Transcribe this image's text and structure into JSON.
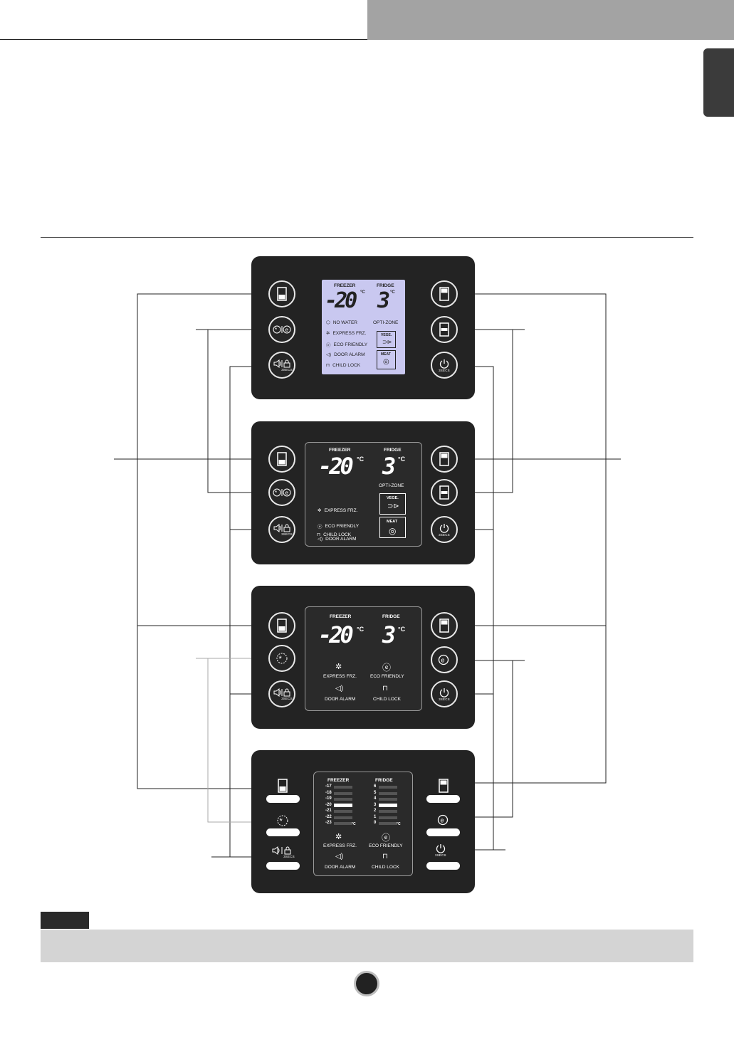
{
  "panels": {
    "p1": {
      "freezer_label": "FREEZER",
      "fridge_label": "FRIDGE",
      "freezer_temp": "-20",
      "fridge_temp": "3",
      "deg_unit": "°C",
      "features": [
        "NO WATER",
        "EXPRESS FRZ.",
        "ECO FRIENDLY",
        "DOOR ALARM",
        "CHILD LOCK"
      ],
      "opti_zone": "OPTI-ZONE",
      "vege": "VEGE.",
      "meat": "MEAT",
      "secs_label": "3SECS"
    },
    "p2": {
      "freezer_label": "FREEZER",
      "fridge_label": "FRIDGE",
      "freezer_temp": "-20",
      "fridge_temp": "3",
      "deg_unit": "°C",
      "features": [
        "EXPRESS FRZ.",
        "ECO FRIENDLY",
        "DOOR ALARM",
        "CHILD LOCK"
      ],
      "opti_zone": "OPTI-ZONE",
      "vege": "VEGE.",
      "meat": "MEAT",
      "secs_label": "3SECS"
    },
    "p3": {
      "freezer_label": "FREEZER",
      "fridge_label": "FRIDGE",
      "freezer_temp": "-20",
      "fridge_temp": "3",
      "deg_unit": "°C",
      "express": "EXPRESS FRZ.",
      "eco": "ECO FRIENDLY",
      "door": "DOOR ALARM",
      "lock": "CHILD LOCK",
      "secs_label": "3SECS"
    },
    "p4": {
      "freezer_label": "FREEZER",
      "fridge_label": "FRIDGE",
      "freezer_scale": [
        "-17",
        "-18",
        "-19",
        "-20",
        "-21",
        "-22",
        "-23"
      ],
      "fridge_scale": [
        "6",
        "5",
        "4",
        "3",
        "2",
        "1",
        "0"
      ],
      "deg_unit": "°C",
      "freezer_selected": 3,
      "fridge_selected": 3,
      "express": "EXPRESS FRZ.",
      "eco": "ECO FRIENDLY",
      "door": "DOOR ALARM",
      "lock": "CHILD LOCK",
      "secs_label": "3SECS"
    }
  },
  "colors": {
    "panel": "#232323",
    "lcd": "#c9c8f0",
    "header_bar": "#a3a3a3",
    "note_bar": "#d4d4d4"
  }
}
